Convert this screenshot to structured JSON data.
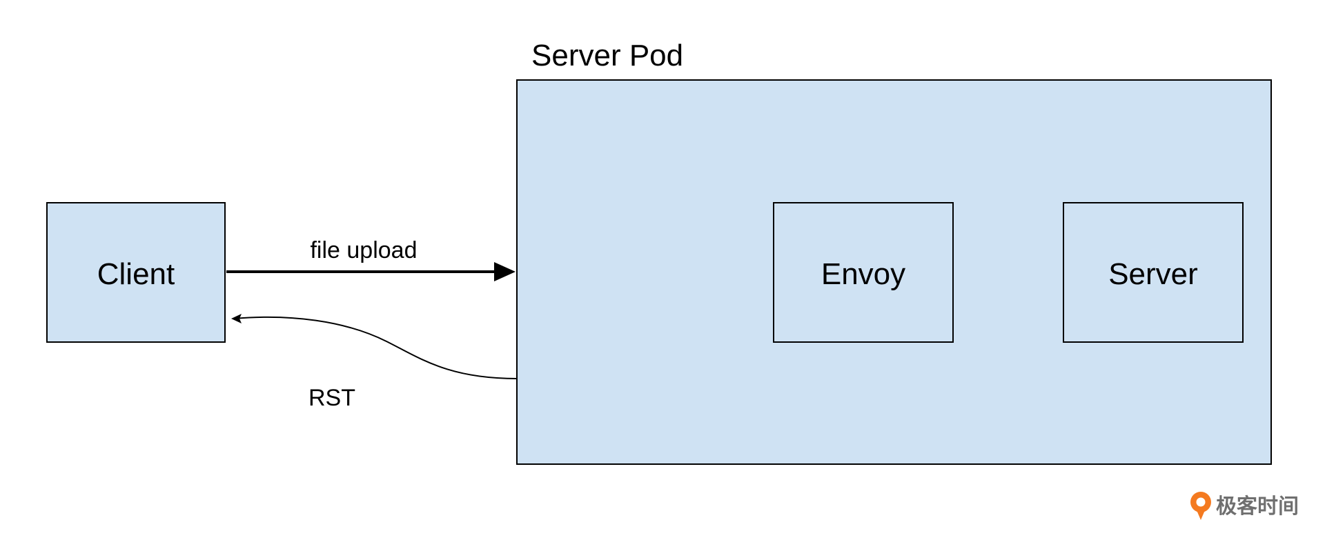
{
  "diagram": {
    "pod_title": "Server Pod",
    "client_label": "Client",
    "envoy_label": "Envoy",
    "server_label": "Server",
    "upload_label": "file upload",
    "rst_label": "RST"
  },
  "watermark": {
    "text": "极客时间",
    "accent": "#f47a20"
  },
  "colors": {
    "box_fill": "#cfe2f3",
    "stroke": "#000000"
  }
}
